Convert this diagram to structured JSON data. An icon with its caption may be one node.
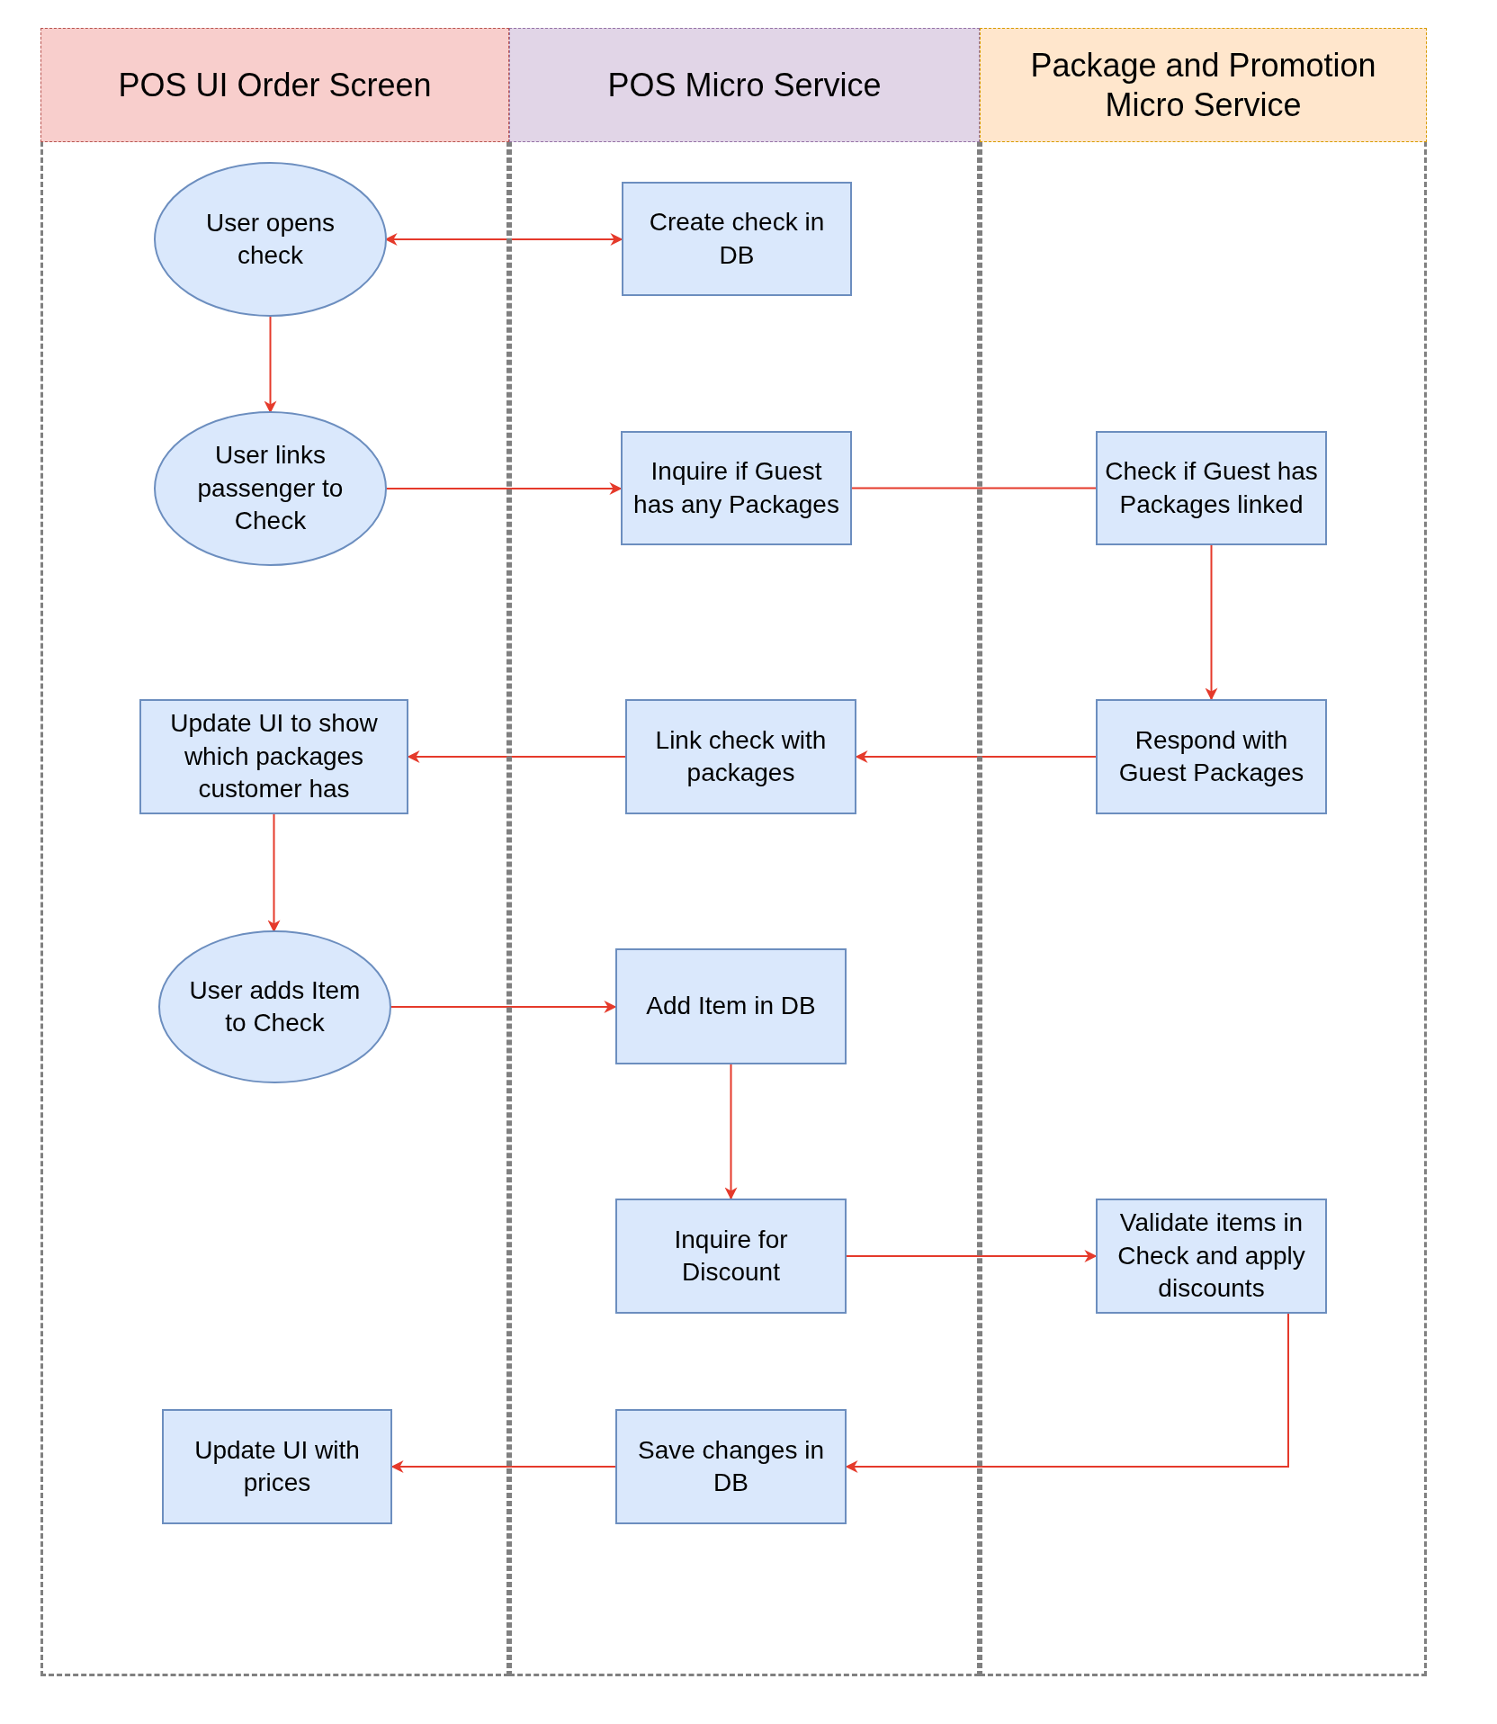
{
  "diagram": {
    "nodes": [
      {
        "text": [
          "POS UI Order Screen"
        ]
      },
      {
        "text": [
          "POS Micro Service"
        ]
      },
      {
        "text": [
          "Package and Promotion Micro Service"
        ]
      },
      {
        "text": [
          "User opens check"
        ],
        "in": 0
      },
      {
        "text": [
          "Create check in DB"
        ],
        "in": 1
      },
      {
        "text": [
          "User links passenger to Check"
        ],
        "in": 0
      },
      {
        "text": [
          "Inquire if Guest has any Packages"
        ],
        "in": 1
      },
      {
        "text": [
          "Check if Guest has Packages linked"
        ],
        "in": 2
      },
      {
        "text": [
          "Update UI to show which packages customer has"
        ],
        "in": 0
      },
      {
        "text": [
          "Link check with packages"
        ],
        "in": 1
      },
      {
        "text": [
          "Respond with Guest Packages"
        ],
        "in": 2
      },
      {
        "text": [
          "User adds Item to Check"
        ],
        "in": 0
      },
      {
        "text": [
          "Add Item in DB"
        ],
        "in": 1
      },
      {
        "text": [
          "Inquire for Discount"
        ],
        "in": 1
      },
      {
        "text": [
          "Validate items in Check and apply discounts"
        ],
        "in": 2
      },
      {
        "text": [
          "Update UI with prices"
        ],
        "in": 0
      },
      {
        "text": [
          "Save changes in DB"
        ],
        "in": 1
      }
    ],
    "edges": [
      {
        "from": 3,
        "to": 4,
        "arrow": "both"
      },
      {
        "from": 3,
        "to": 5,
        "arrow": "to"
      },
      {
        "from": 5,
        "to": 6,
        "arrow": "to"
      },
      {
        "from": 6,
        "to": 7,
        "arrow": "none"
      },
      {
        "from": 7,
        "to": 10,
        "arrow": "to"
      },
      {
        "from": 10,
        "to": 9,
        "arrow": "to"
      },
      {
        "from": 9,
        "to": 8,
        "arrow": "to"
      },
      {
        "from": 8,
        "to": 11,
        "arrow": "to"
      },
      {
        "from": 11,
        "to": 12,
        "arrow": "to"
      },
      {
        "from": 12,
        "to": 13,
        "arrow": "to"
      },
      {
        "from": 13,
        "to": 14,
        "arrow": "to"
      },
      {
        "from": 14,
        "to": 16,
        "arrow": "to"
      },
      {
        "from": 16,
        "to": 15,
        "arrow": "to"
      }
    ]
  }
}
